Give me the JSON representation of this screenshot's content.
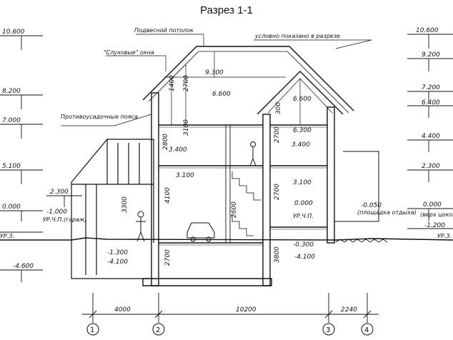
{
  "title": "Разрез 1-1",
  "annotations": {
    "ceiling": "Подвесной потолок",
    "roof_note": "условно показано в разрезе",
    "dormer": "\"Слуховые\" окна",
    "belts": "Противоусадочные пояса",
    "garage_floor": "УР.Ч.П.(гараж)",
    "floor_level": "УР.Ч.П.",
    "ground_level": "УР.З.",
    "terrace_note": "(площадка отдыха)",
    "apex_note": "(верх цоколя)"
  },
  "left_levels": [
    {
      "text": "10.600"
    },
    {
      "text": "8.200"
    },
    {
      "text": "7.000"
    },
    {
      "text": "5.100"
    },
    {
      "text": "2.300"
    },
    {
      "text": "0.000"
    },
    {
      "text": "-1.000"
    },
    {
      "text": "-1.300"
    },
    {
      "text": "-4.100"
    },
    {
      "text": "-4.600"
    }
  ],
  "right_levels": [
    {
      "text": "10.600"
    },
    {
      "text": "9.200"
    },
    {
      "text": "7.200"
    },
    {
      "text": "6.400"
    },
    {
      "text": "4.400"
    },
    {
      "text": "2.300"
    },
    {
      "text": "0.000"
    },
    {
      "text": "-1.200"
    }
  ],
  "inner_levels": [
    {
      "text": "9.300"
    },
    {
      "text": "6.600"
    },
    {
      "text": "6.600"
    },
    {
      "text": "6.300"
    },
    {
      "text": "3.400"
    },
    {
      "text": "3.400"
    },
    {
      "text": "3.100"
    },
    {
      "text": "3.100"
    },
    {
      "text": "0.000"
    },
    {
      "text": "-0.050"
    },
    {
      "text": "-0.300"
    },
    {
      "text": "-4.100"
    },
    {
      "text": "-1.300"
    },
    {
      "text": "-4.100"
    },
    {
      "text": "0.000"
    },
    {
      "text": "-1.200"
    }
  ],
  "vertical_dims": [
    {
      "text": "2700"
    },
    {
      "text": "1400"
    },
    {
      "text": "3300"
    },
    {
      "text": "2800"
    },
    {
      "text": "4100"
    },
    {
      "text": "3100"
    },
    {
      "text": "2700"
    },
    {
      "text": "2700"
    },
    {
      "text": "2600"
    },
    {
      "text": "3800"
    },
    {
      "text": "2700"
    },
    {
      "text": "300"
    }
  ],
  "axis_dims": [
    {
      "text": "4000"
    },
    {
      "text": "10200"
    },
    {
      "text": "2240"
    }
  ],
  "axes": [
    {
      "text": "1"
    },
    {
      "text": "2"
    },
    {
      "text": "3"
    },
    {
      "text": "4"
    }
  ]
}
